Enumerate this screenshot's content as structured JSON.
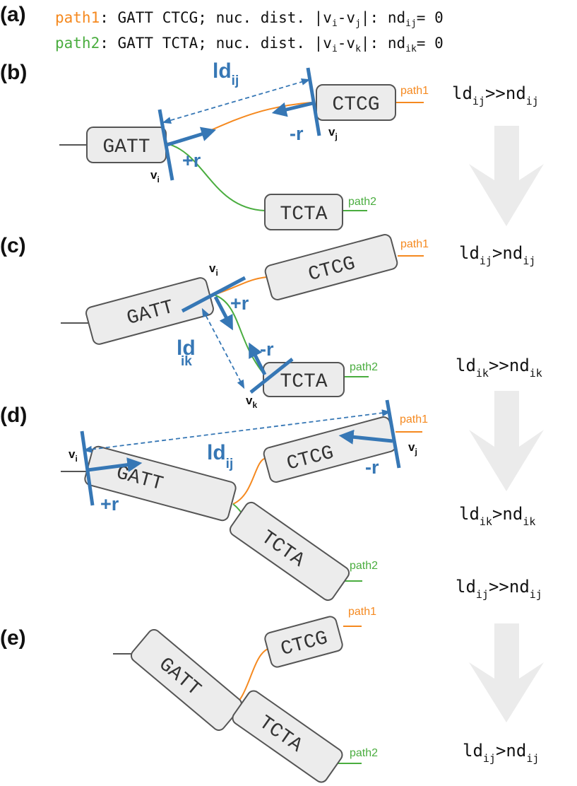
{
  "panels": {
    "a": "(a)",
    "b": "(b)",
    "c": "(c)",
    "d": "(d)",
    "e": "(e)"
  },
  "colors": {
    "path1": "#f5891f",
    "path2": "#4aad3f",
    "arrow": "#3677b5",
    "node_fill": "#ececec",
    "node_stroke": "#555555",
    "down_arrow": "#ebebeb"
  },
  "header": {
    "line1": {
      "path": "path1",
      "rest": ": GATT CTCG; nuc. dist. |v",
      "sub1": "i",
      "mid": "-v",
      "sub2": "j",
      "tail": "|: nd",
      "sub3": "ij",
      "end": "= 0"
    },
    "line2": {
      "path": "path2",
      "rest": ": GATT TCTA; nuc. dist. |v",
      "sub1": "i",
      "mid": "-v",
      "sub2": "k",
      "tail": "|: nd",
      "sub3": "ik",
      "end": "= 0"
    }
  },
  "nodes": {
    "gatt": "GATT",
    "ctcg": "CTCG",
    "tcta": "TCTA"
  },
  "path_labels": {
    "path1": "path1",
    "path2": "path2"
  },
  "labels": {
    "ld": "ld",
    "ij": "ij",
    "ik": "ik",
    "plus_r": "+r",
    "minus_r": "-r",
    "v": "v",
    "i": "i",
    "j": "j",
    "k": "k"
  },
  "inequalities": [
    {
      "lhs": "ld",
      "lsub": "ij",
      "op": ">>",
      "rhs": "nd",
      "rsub": "ij"
    },
    {
      "lhs": "ld",
      "lsub": "ij",
      "op": ">",
      "rhs": "nd",
      "rsub": "ij"
    },
    {
      "lhs": "ld",
      "lsub": "ik",
      "op": ">>",
      "rhs": "nd",
      "rsub": "ik"
    },
    {
      "lhs": "ld",
      "lsub": "ik",
      "op": ">",
      "rhs": "nd",
      "rsub": "ik"
    },
    {
      "lhs": "ld",
      "lsub": "ij",
      "op": ">>",
      "rhs": "nd",
      "rsub": "ij"
    },
    {
      "lhs": "ld",
      "lsub": "ij",
      "op": ">",
      "rhs": "nd",
      "rsub": "ij"
    }
  ]
}
